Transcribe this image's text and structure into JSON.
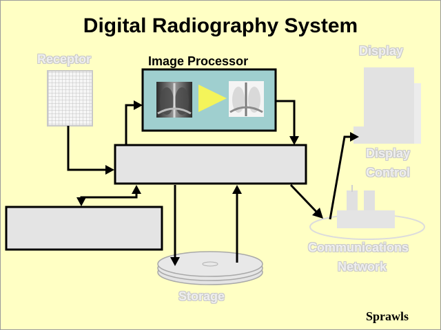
{
  "title": "Digital Radiography System",
  "labels": {
    "receptor": "Receptor",
    "image_processor": "Image Processor",
    "display": "Display",
    "display_control_1": "Display",
    "display_control_2": "Control",
    "network_1": "Communications",
    "network_2": "Network",
    "storage": "Storage",
    "signature": "Sprawls"
  },
  "colors": {
    "background": "#ffffc4",
    "processor_fill": "#9fcfcf",
    "box_fill": "#e4e4e4",
    "arrow_yellow": "#f4f45a",
    "faded_component": "#e2e2e2"
  },
  "icons": [
    "receptor-grid-icon",
    "xray-image-icon",
    "monitor-icon",
    "building-icon",
    "disk-stack-icon"
  ]
}
